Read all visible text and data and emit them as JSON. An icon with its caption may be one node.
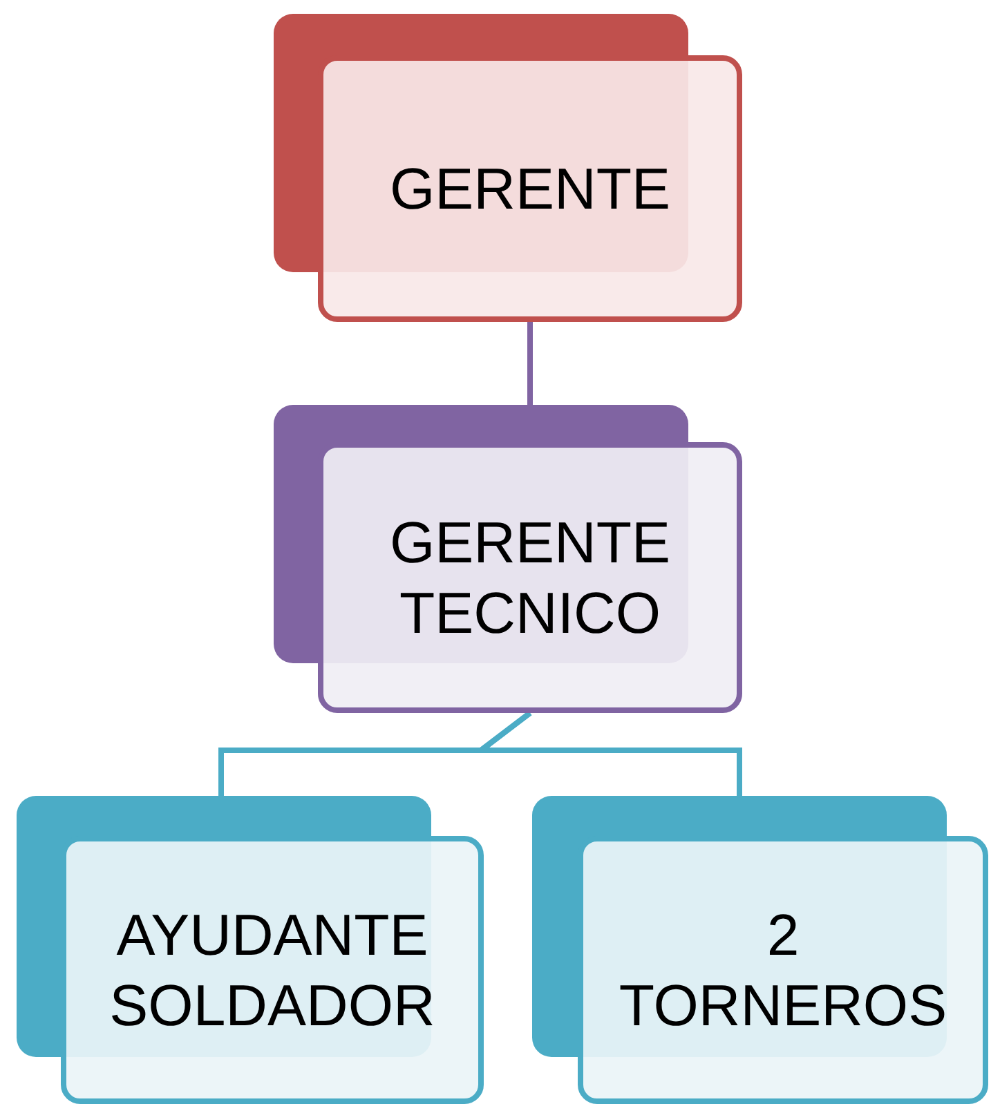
{
  "diagram": {
    "nodes": [
      {
        "text": [
          "GERENTE"
        ]
      },
      {
        "text": [
          "GERENTE TECNICO"
        ]
      },
      {
        "text": [
          "AYUDANTE SOLDADOR"
        ]
      },
      {
        "text": [
          "2 TORNEROS"
        ]
      }
    ],
    "edges": [
      {
        "from": 0,
        "to": 1,
        "arrow": "none",
        "color": "#8064a2"
      },
      {
        "from": 1,
        "to": 2,
        "arrow": "none"
      },
      {
        "from": 1,
        "to": 3,
        "arrow": "none"
      }
    ]
  }
}
